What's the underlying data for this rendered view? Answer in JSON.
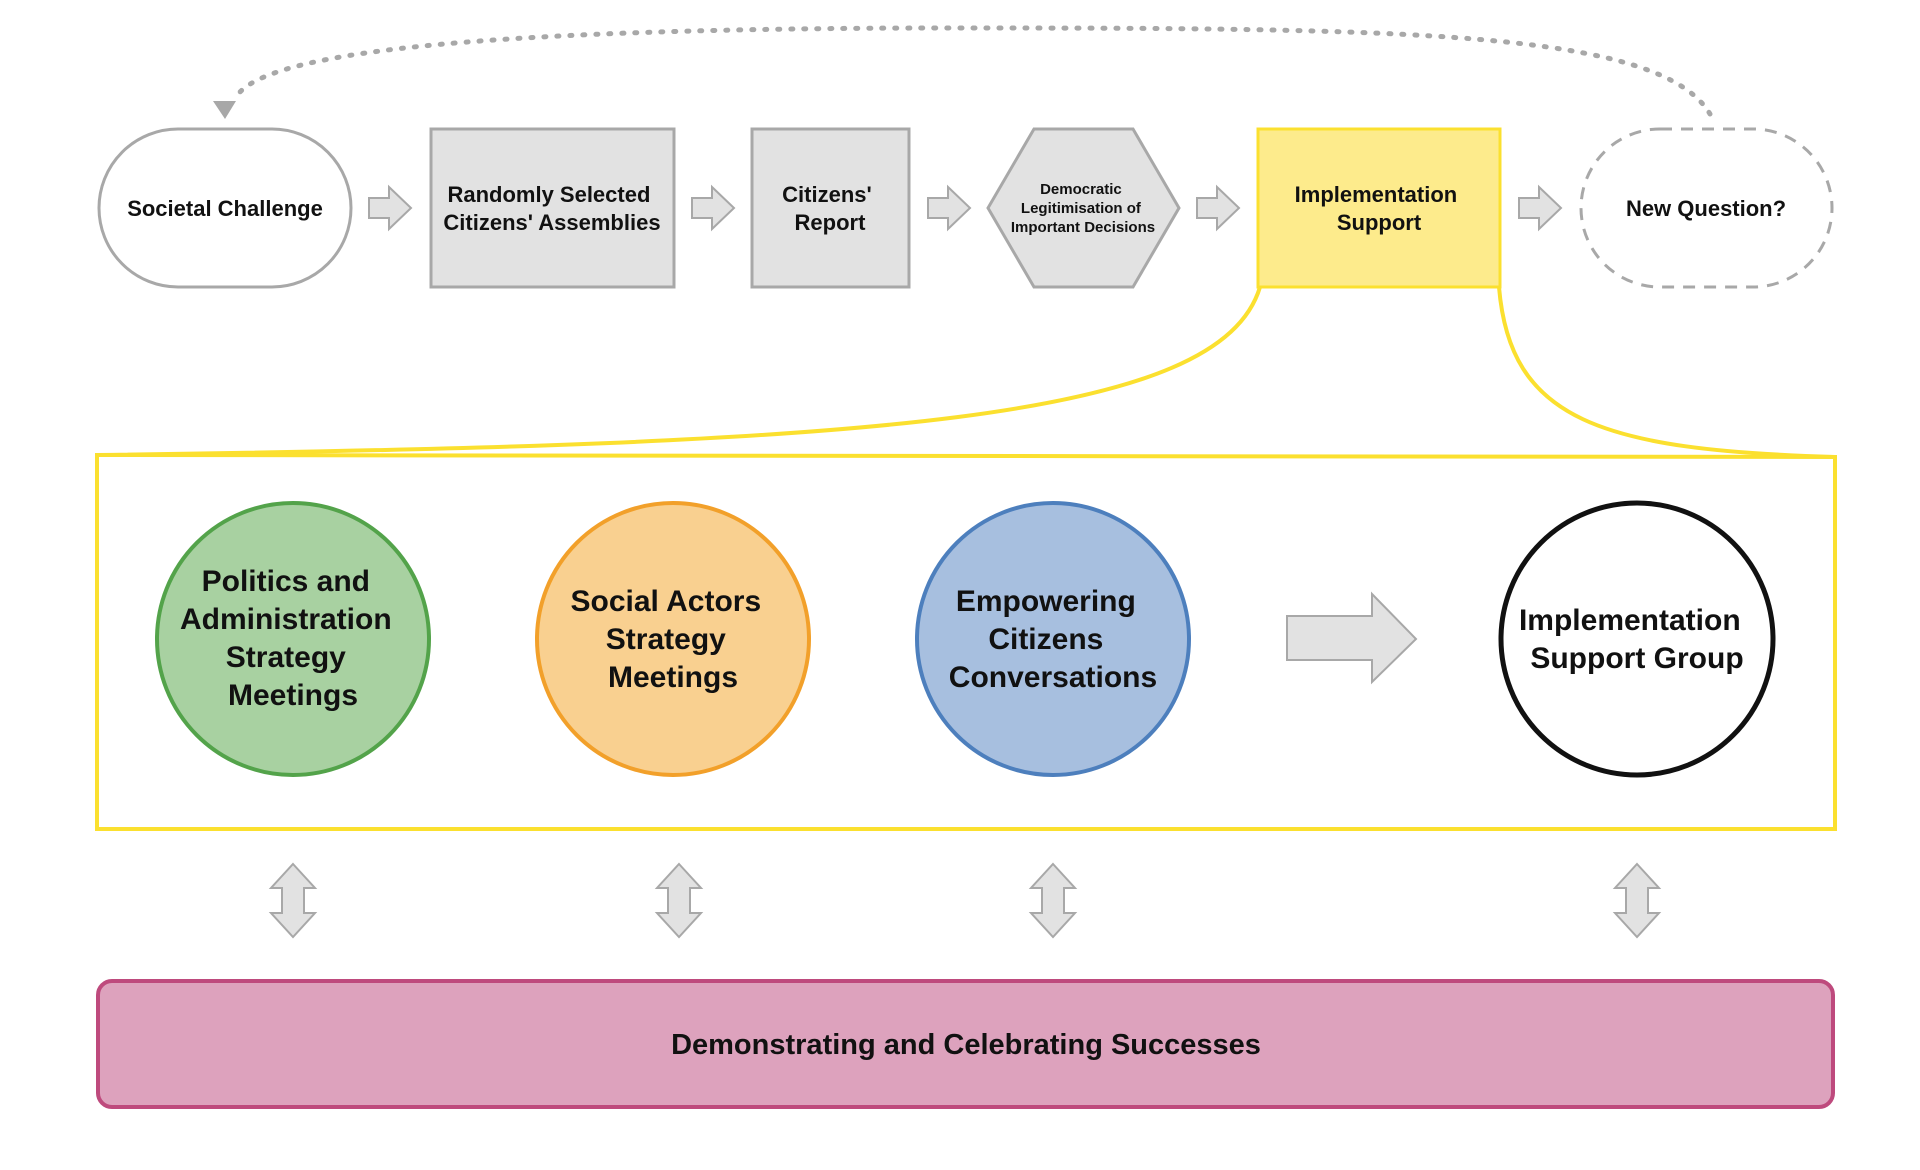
{
  "process_flow": {
    "steps": [
      {
        "label": [
          "Societal Challenge"
        ]
      },
      {
        "label": [
          "Randomly Selected",
          "Citizens' Assemblies"
        ]
      },
      {
        "label": [
          "Citizens'",
          "Report"
        ]
      },
      {
        "label": [
          "Democratic",
          "Legitimisation of",
          "Important Decisions"
        ]
      },
      {
        "label": [
          "Implementation",
          "Support"
        ]
      },
      {
        "label": [
          "New Question?"
        ]
      }
    ],
    "loop_back_icon": "dotted-arrow-icon"
  },
  "implementation_detail": {
    "circles": [
      {
        "label": [
          "Politics and",
          "Administration",
          "Strategy",
          "Meetings"
        ]
      },
      {
        "label": [
          "Social Actors",
          "Strategy",
          "Meetings"
        ]
      },
      {
        "label": [
          "Empowering",
          "Citizens",
          "Conversations"
        ]
      },
      {
        "label": [
          "Implementation",
          "Support Group"
        ]
      }
    ],
    "result_arrow_icon": "right-arrow-icon",
    "link_arrow_icon": "double-vertical-arrow-icon"
  },
  "banner": {
    "label": "Demonstrating and Celebrating Successes"
  },
  "colors": {
    "grey_fill": "#e2e2e2",
    "grey_stroke": "#a8a8a8",
    "highlight_fill": "#fdeb8c",
    "highlight_stroke": "#fbe02f",
    "green_fill": "#a8d1a1",
    "green_stroke": "#53a34a",
    "orange_fill": "#f9d090",
    "orange_stroke": "#f2a02a",
    "blue_fill": "#a7bfdf",
    "blue_stroke": "#4d7fbd",
    "banner_fill": "#dda2bd",
    "banner_stroke": "#be4a7d"
  }
}
